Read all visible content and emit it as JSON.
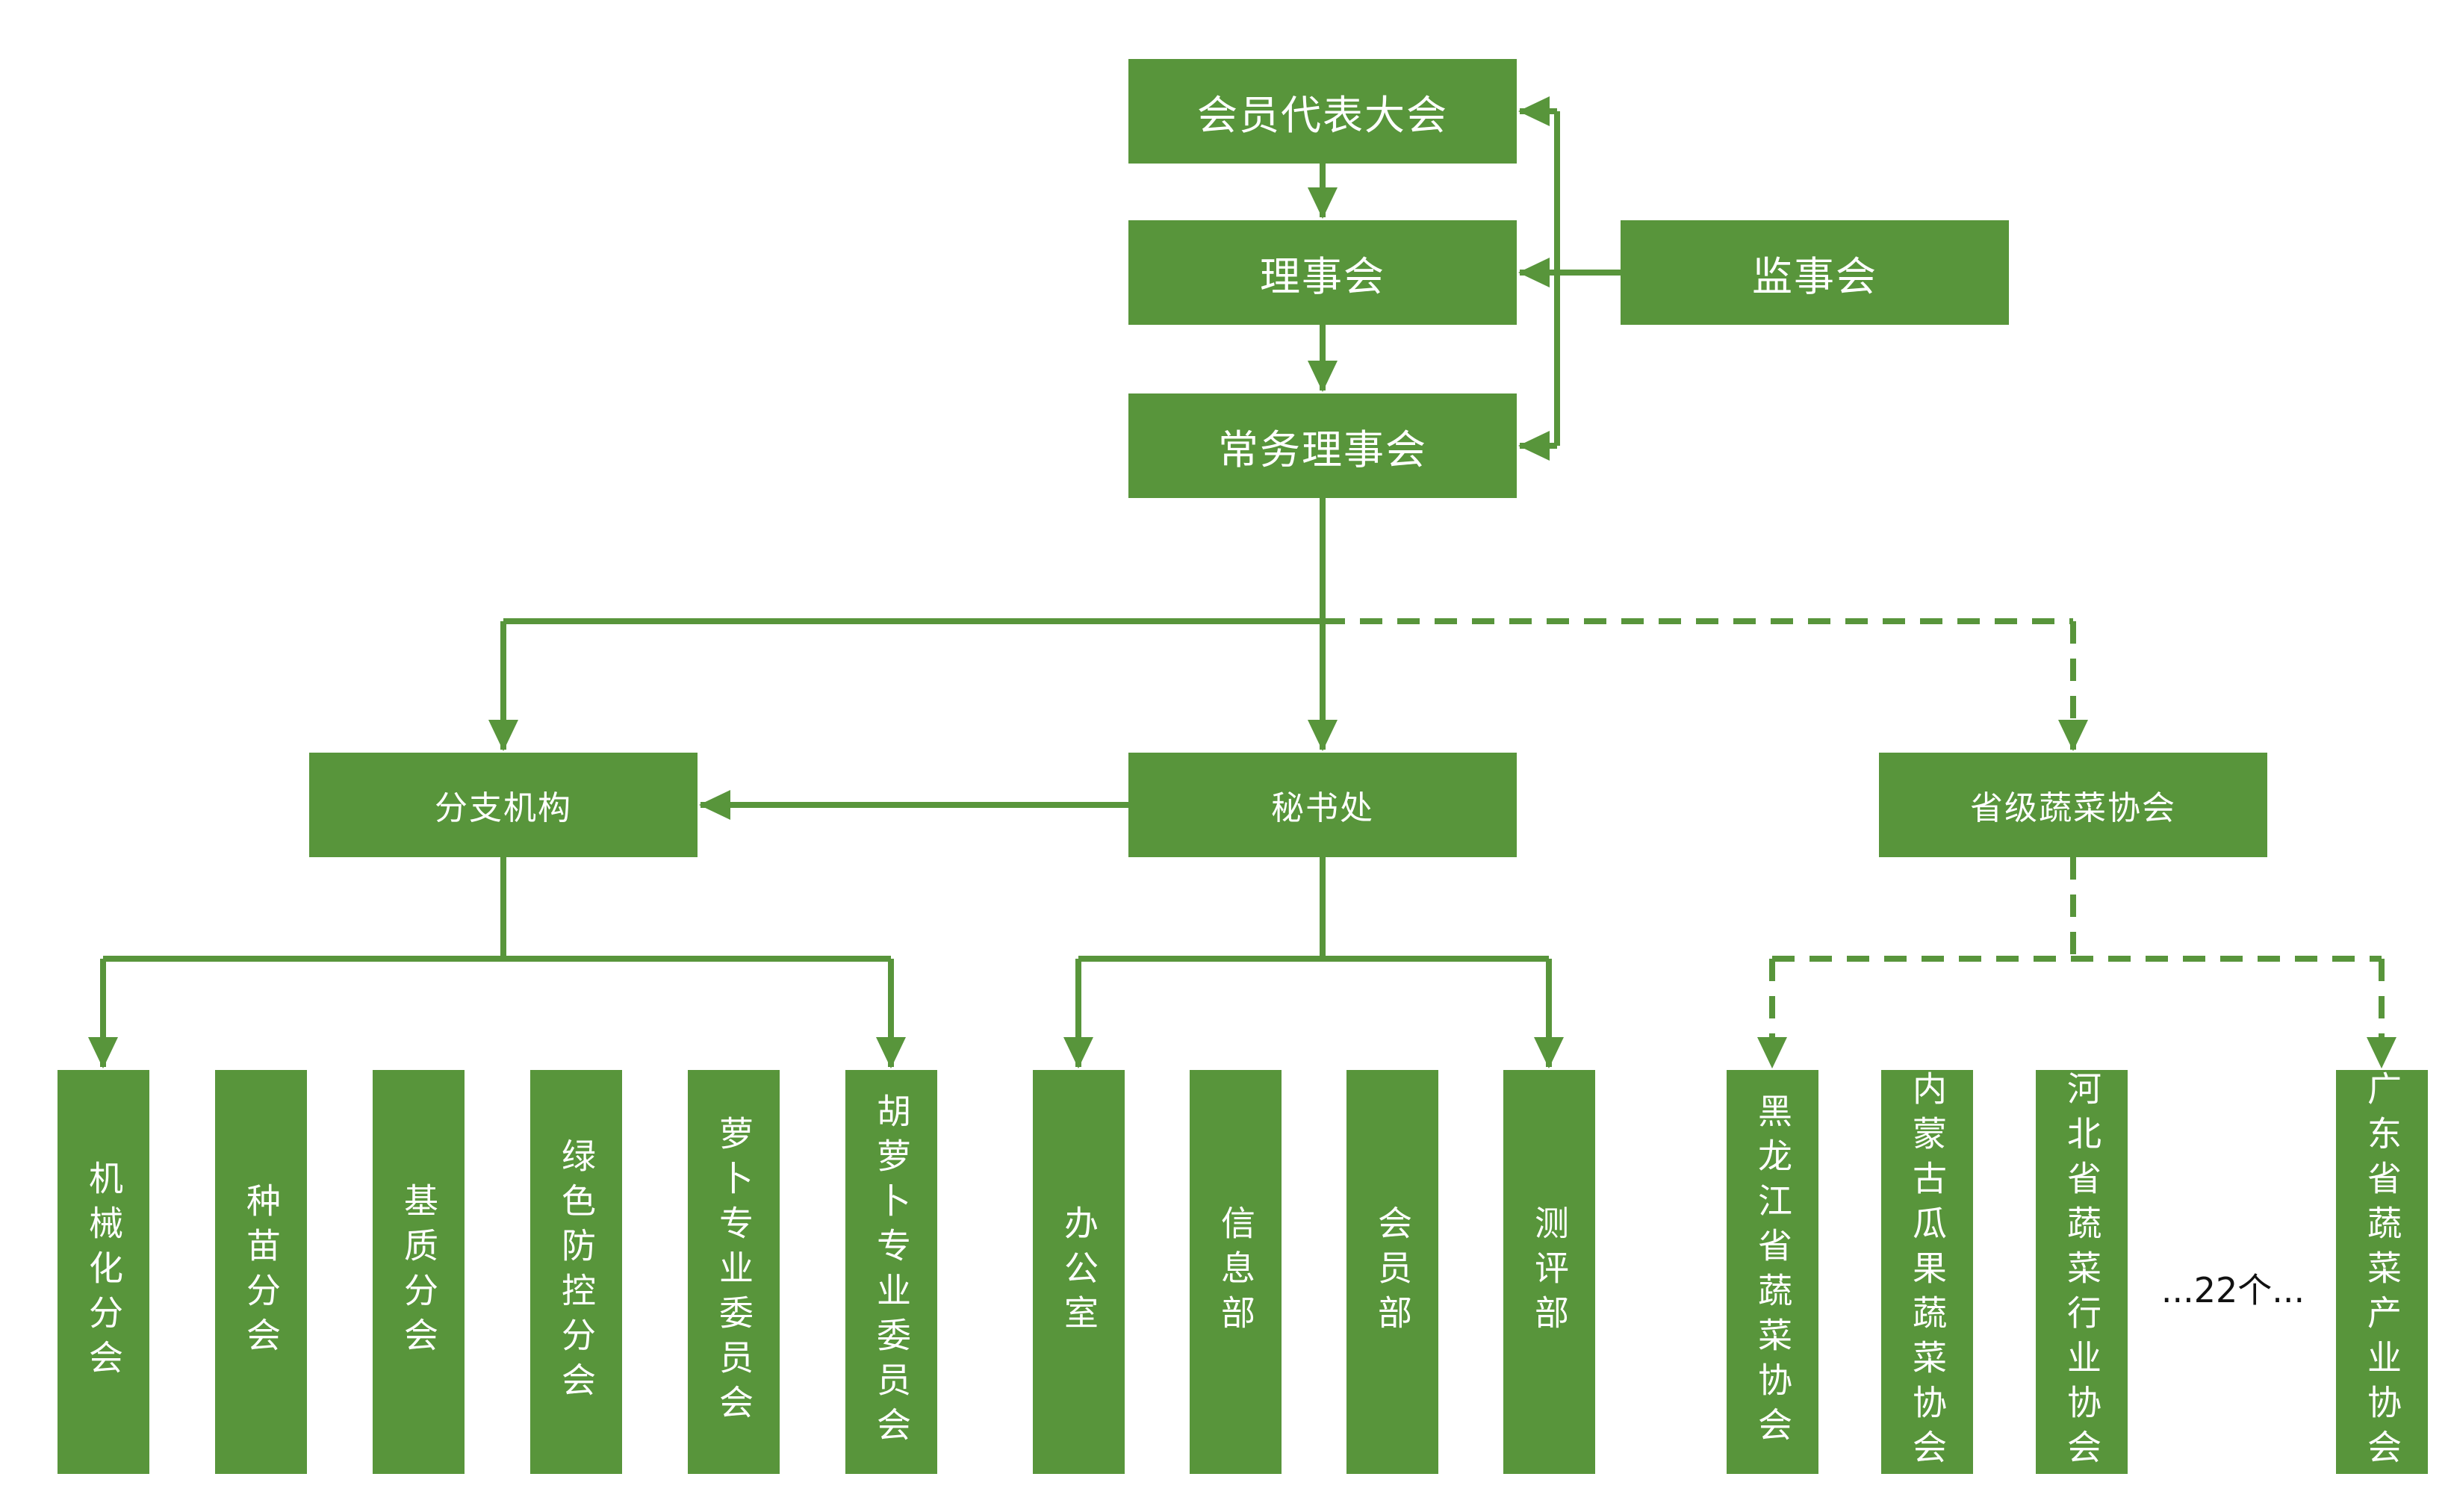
{
  "diagram": {
    "background": "#ffffff",
    "node_fill": "#58953b",
    "node_text_color": "#ffffff",
    "edge_color": "#58953b",
    "note_color": "#111111"
  },
  "nodes": {
    "assembly": "会员代表大会",
    "council": "理事会",
    "standing_council": "常务理事会",
    "supervisory": "监事会",
    "branch": "分支机构",
    "secretariat": "秘书处",
    "provincial": "省级蔬菜协会"
  },
  "branch_children": [
    "机械化分会",
    "种苗分会",
    "基质分会",
    "绿色防控分会",
    "萝卜专业委员会",
    "胡萝卜专业委员会"
  ],
  "secretariat_children": [
    "办公室",
    "信息部",
    "会员部",
    "测评部"
  ],
  "provincial_children": [
    "黑龙江省蔬菜协会",
    "内蒙古瓜果蔬菜协会",
    "河北省蔬菜行业协会",
    "广东省蔬菜产业协会"
  ],
  "provincial_note": "...22个..."
}
